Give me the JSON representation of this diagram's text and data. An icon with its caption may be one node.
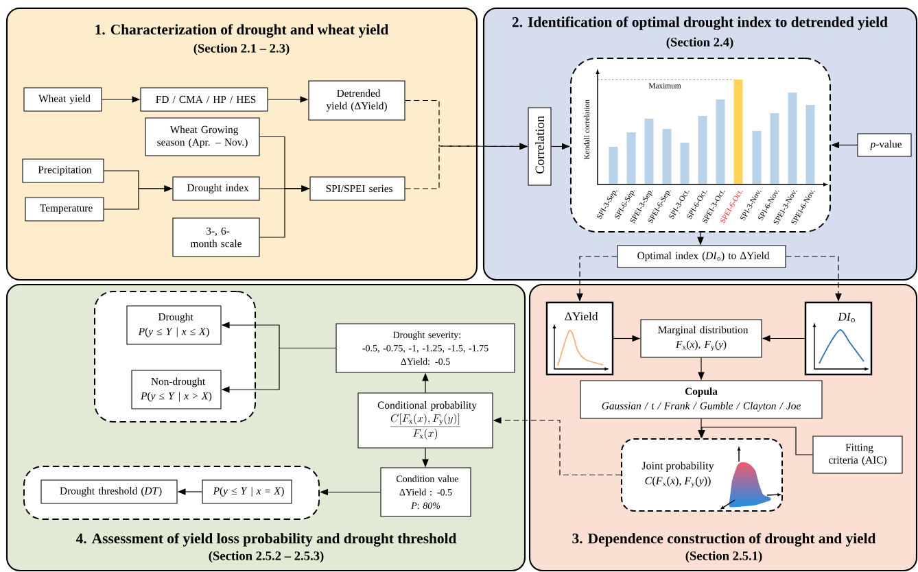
{
  "diagram": {
    "nodes": [
      {
        "text": [
          "1. Characterization of drought and wheat yield",
          "(Section 2.1 – 2.3)"
        ]
      },
      {
        "text": [
          "Wheat yield"
        ],
        "in": 0
      },
      {
        "text": [
          "FD / CMA / HP / HES"
        ],
        "in": 0
      },
      {
        "text": [
          "Detrended yield (ΔYield)"
        ],
        "in": 0
      },
      {
        "text": [
          "Wheat Growing season (Apr. – Nov.)"
        ],
        "in": 0
      },
      {
        "text": [
          "Precipitation"
        ],
        "in": 0
      },
      {
        "text": [
          "Temperature"
        ],
        "in": 0
      },
      {
        "text": [
          "Drought index"
        ],
        "in": 0
      },
      {
        "text": [
          "SPI/SPEI series"
        ],
        "in": 0
      },
      {
        "text": [
          "3-, 6-month scale"
        ],
        "in": 0
      },
      {
        "text": [
          "2. Identification of optimal drought index to detrended yield",
          "(Section 2.4)"
        ]
      },
      {
        "text": [
          "Correlation"
        ],
        "in": 10
      },
      {
        "text": [],
        "shape": "box",
        "in": 10
      },
      {
        "text": [
          "*p*-value"
        ],
        "in": 10
      },
      {
        "text": [
          "Optimal index (*DI*$_{o}$) to ΔYield"
        ],
        "in": 10
      },
      {
        "text": [
          "4. Assessment of yield loss probability and drought threshold",
          "(Section 2.5.2 – 2.5.3)"
        ]
      },
      {
        "text": [],
        "shape": "box",
        "in": 15
      },
      {
        "text": [
          "Drought",
          "*P*(*y* ≤ *Y* | *x* ≤ *X*)"
        ],
        "in": 16
      },
      {
        "text": [
          "Non-drought",
          "*P*(*y* ≤ *Y* | *x* > *X*)"
        ],
        "in": 16
      },
      {
        "text": [
          "Drought severity:",
          "-0.5, -0.75, -1, -1.25, -1.5, -1.75",
          "ΔYield: -0.5"
        ],
        "in": 15
      },
      {
        "text": [
          "Conditional probability",
          "\\frac{C[F_{\\mathrm{x}}(x), F_{\\mathrm{y}}(y)]}{F_{\\mathrm{x}}(x)}"
        ],
        "in": 15
      },
      {
        "text": [
          "Condition value",
          "ΔYield : -0.5",
          "*P*: *80%*"
        ],
        "in": 15
      },
      {
        "text": [],
        "shape": "box",
        "in": 15
      },
      {
        "text": [
          "Drought threshold (*DT*)"
        ],
        "in": 22
      },
      {
        "text": [
          "*P*(*y* ≤ *Y* | *x* = *X*)"
        ],
        "in": 22
      },
      {
        "text": [
          "3. Dependence construction of drought and yield",
          "(Section 2.5.1)"
        ]
      },
      {
        "text": [
          "ΔYield"
        ],
        "in": 25
      },
      {
        "text": [
          "Marginal distribution",
          "*F*$_{x}$(*x*), *F*$_{y}$(*y*)"
        ],
        "in": 25
      },
      {
        "text": [
          "*DI*$_{o}$"
        ],
        "in": 25
      },
      {
        "text": [
          "Copula",
          "Gaussian / t / Frank / Gumble / Clayton / Joe"
        ],
        "in": 25
      },
      {
        "text": [
          "Joint probability",
          "*C*(*F*$_{x}$(*x*), *F*$_{y}$(*y*))"
        ],
        "in": 25
      },
      {
        "text": [
          "Fitting criteria (AIC)"
        ],
        "in": 25
      }
    ],
    "edges": [
      {
        "from": 1,
        "to": 2,
        "arrow": "to"
      },
      {
        "from": 2,
        "to": 3,
        "arrow": "to"
      },
      {
        "from": 5,
        "to": 7,
        "arrow": "to"
      },
      {
        "from": 6,
        "to": 7,
        "arrow": "to"
      },
      {
        "from": 4,
        "to": 8,
        "arrow": "to"
      },
      {
        "from": 7,
        "to": 8,
        "arrow": "to"
      },
      {
        "from": 9,
        "to": 8,
        "arrow": "to"
      },
      {
        "from": 3,
        "to": 11,
        "arrow": "to",
        "style": "dashed"
      },
      {
        "from": 8,
        "to": 11,
        "arrow": "to",
        "style": "dashed"
      },
      {
        "from": 11,
        "to": 12,
        "arrow": "to"
      },
      {
        "from": 13,
        "to": 12,
        "arrow": "to"
      },
      {
        "from": 12,
        "to": 14,
        "arrow": "to"
      },
      {
        "from": 14,
        "to": 26,
        "arrow": "to",
        "style": "dashed"
      },
      {
        "from": 14,
        "to": 28,
        "arrow": "to",
        "style": "dashed"
      },
      {
        "from": 26,
        "to": 27,
        "arrow": "to"
      },
      {
        "from": 28,
        "to": 27,
        "arrow": "to"
      },
      {
        "from": 27,
        "to": 29,
        "arrow": "to"
      },
      {
        "from": 29,
        "to": 30,
        "arrow": "to"
      },
      {
        "from": 31,
        "to": 30,
        "arrow": "to"
      },
      {
        "from": 30,
        "to": 20,
        "arrow": "to",
        "style": "dashed"
      },
      {
        "from": 20,
        "to": 19,
        "arrow": "to"
      },
      {
        "from": 19,
        "to": 17,
        "arrow": "to"
      },
      {
        "from": 19,
        "to": 18,
        "arrow": "to"
      },
      {
        "from": 20,
        "to": 21,
        "arrow": "to"
      },
      {
        "from": 21,
        "to": 22,
        "arrow": "to"
      },
      {
        "from": 24,
        "to": 23,
        "arrow": "to"
      }
    ],
    "labels": [
      "Kendall correlation",
      "Maximum",
      "SPI-3-Sep.",
      "SPI-6-Sep.",
      "SPEI-3-Sep.",
      "SPEI-6-Sep.",
      "SPI-3-Oct.",
      "SPI-6-Oct.",
      "SPEI-3-Oct.",
      "SPEI-6-Oct.",
      "SPI-3-Nov.",
      "SPI-6-Nov.",
      "SPEI-3-Nov.",
      "SPEI-6-Nov."
    ]
  }
}
